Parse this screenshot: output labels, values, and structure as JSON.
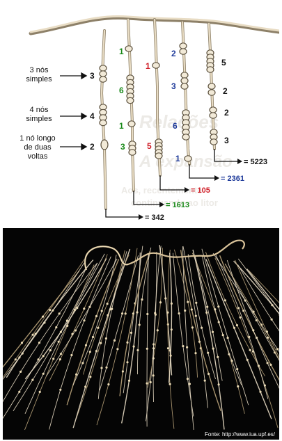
{
  "diagram": {
    "labels": {
      "three_simple": [
        "3 nós",
        "simples"
      ],
      "four_simple": [
        "4 nós",
        "simples"
      ],
      "long_knot": [
        "1 nó longo",
        "de duas",
        "voltas"
      ]
    },
    "cords": [
      {
        "digits": [
          "3",
          "4",
          "2"
        ],
        "digit_colors": [
          "#111111",
          "#111111",
          "#111111"
        ],
        "total": "= 342",
        "total_color": "#111111"
      },
      {
        "digits": [
          "1",
          "6",
          "1",
          "3"
        ],
        "digit_colors": [
          "#1a8a1a",
          "#1a8a1a",
          "#1a8a1a",
          "#1a8a1a"
        ],
        "total": "= 1613",
        "total_color": "#1a8a1a"
      },
      {
        "digits": [
          "1",
          "5"
        ],
        "digit_colors": [
          "#d0202a",
          "#d0202a"
        ],
        "total": "= 105",
        "total_color": "#d0202a"
      },
      {
        "digits": [
          "2",
          "3",
          "6",
          "1"
        ],
        "digit_colors": [
          "#1f3b9b",
          "#1f3b9b",
          "#1f3b9b",
          "#1f3b9b"
        ],
        "total": "= 2361",
        "total_color": "#1f3b9b"
      },
      {
        "digits": [
          "5",
          "2",
          "2",
          "3"
        ],
        "digit_colors": [
          "#111111",
          "#111111",
          "#111111",
          "#111111"
        ],
        "total": "= 5223",
        "total_color": "#111111"
      }
    ],
    "background_watermark": [
      "Relações",
      "A expansão",
      "Aos, recentemente",
      "continuando ao litor"
    ]
  },
  "photo": {
    "credit": "Fonte: http://www.iua.upf.es/"
  },
  "colors": {
    "cord": "#e8dcc4",
    "cord_shadow": "#8d8068",
    "knot_fill": "#f2ead8",
    "knot_stroke": "#5a4f3c",
    "watermark": "#eceae6"
  }
}
